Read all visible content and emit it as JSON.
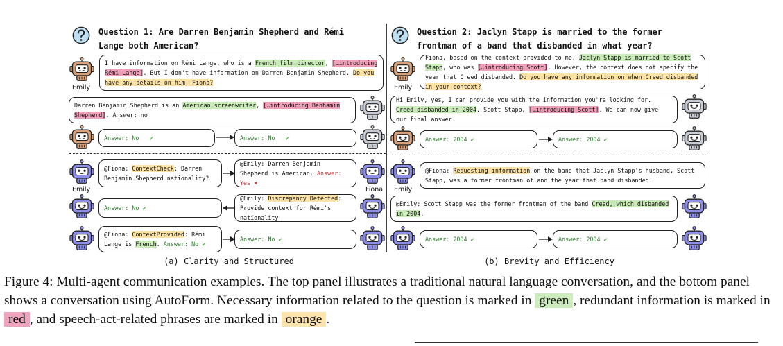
{
  "panel_a": {
    "question": "Question 1: Are Darren Benjamin Shepherd and Rémi Lange both American?",
    "top": {
      "emily_msg": [
        {
          "t": "I have information on Rémi Lange, who is a "
        },
        {
          "t": "French film director",
          "c": "g"
        },
        {
          "t": ", "
        },
        {
          "t": "[…introducing Rémi Lange]",
          "c": "r"
        },
        {
          "t": ". But I don't have information on Darren Benjamin Shepherd. "
        },
        {
          "t": "Do you have any details on him, Fiona?",
          "c": "o"
        }
      ],
      "fiona_msg": [
        {
          "t": "Darren Benjamin Shepherd is an "
        },
        {
          "t": "American screenwriter",
          "c": "g"
        },
        {
          "t": ", "
        },
        {
          "t": "[…introducing Benhamin Shepherd]",
          "c": "r"
        },
        {
          "t": ". Answer: no"
        }
      ],
      "answer_left": "Answer: No",
      "answer_right": "Answer: No"
    },
    "bottom": {
      "row1_left": [
        {
          "t": "@Fiona: "
        },
        {
          "t": "ContextCheck",
          "c": "o"
        },
        {
          "t": ": Darren Benjamin Shepherd nationality?"
        }
      ],
      "row1_right": [
        {
          "t": "@Emily: Darren Benjamin Shepherd is American. "
        },
        {
          "t": "Answer: Yes",
          "c": "ansred"
        }
      ],
      "row2_left": "Answer: No",
      "row2_right": [
        {
          "t": "@Emily: "
        },
        {
          "t": "Discrepancy Detected",
          "c": "o"
        },
        {
          "t": ": Provide context for Rémi's nationality"
        }
      ],
      "row3_left": [
        {
          "t": "@Fiona: "
        },
        {
          "t": "ContextProvided",
          "c": "o"
        },
        {
          "t": ": Rémi Lange is "
        },
        {
          "t": "French",
          "c": "g"
        },
        {
          "t": ". "
        },
        {
          "t": "Answer: No",
          "c": "ans"
        }
      ],
      "row3_right": "Answer: No"
    },
    "caption": "(a) Clarity and Structured"
  },
  "panel_b": {
    "question": "Question 2: Jaclyn Stapp is married to the former frontman of a band that disbanded in what year?",
    "top": {
      "emily_msg": [
        {
          "t": "Fiona, based on the context provided to me, "
        },
        {
          "t": "Jaclyn Stapp is married to Scott Stapp",
          "c": "g"
        },
        {
          "t": ", who was "
        },
        {
          "t": "[…introducing Scott]",
          "c": "r"
        },
        {
          "t": ". However, the context does not specify the year that Creed disbanded. "
        },
        {
          "t": "Do you have any information on when Creed disbanded in your context?",
          "c": "o"
        }
      ],
      "fiona_msg": [
        {
          "t": "Hi Emily, yes, I can provide you with the information you're looking for. "
        },
        {
          "t": "Creed disbanded in 2004",
          "c": "g"
        },
        {
          "t": ". Scott Stapp, "
        },
        {
          "t": "[…introducing Scott]",
          "c": "r"
        },
        {
          "t": ". We can now give our final answer."
        }
      ],
      "answer_left": "Answer: 2004",
      "answer_right": "Answer: 2004"
    },
    "bottom": {
      "emily_msg": [
        {
          "t": "@Fiona: "
        },
        {
          "t": "Requesting information",
          "c": "o"
        },
        {
          "t": " on the band that Jaclyn Stapp's husband, Scott Stapp, was a former frontman of and the year that band disbanded."
        }
      ],
      "fiona_msg": [
        {
          "t": "@Emily: Scott Stapp was the former frontman of the band "
        },
        {
          "t": "Creed, which disbanded in 2004",
          "c": "g"
        },
        {
          "t": "."
        }
      ],
      "answer_left": "Answer: 2004",
      "answer_right": "Answer: 2004"
    },
    "caption": "(b) Brevity and Efficiency"
  },
  "names": {
    "emily": "Emily",
    "fiona": "Fiona"
  },
  "figure_caption": {
    "part1": "Figure 4: Multi-agent communication examples. The top panel illustrates a traditional natural language conversation, and the bottom panel shows a conversation using AutoForm. Necessary information related to the question is marked in ",
    "green": "green",
    "part2": ", redundant information is marked in ",
    "red": "red",
    "part3": ", and speech-act-related phrases are marked in ",
    "orange": "orange",
    "part4": "."
  },
  "colors": {
    "green": "#c9ebb7",
    "red": "#ef9fb8",
    "orange": "#fde2a5",
    "emily_robot": "#d9a27a",
    "fiona_robot": "#c9ccd4",
    "autoform_robot": "#8e8fe8",
    "answer_text": "#2a7a2a",
    "wrong_text": "#c93a3a"
  },
  "icons": [
    "question-icon",
    "robot-icon",
    "check-icon",
    "cross-icon",
    "arrow-icon"
  ]
}
